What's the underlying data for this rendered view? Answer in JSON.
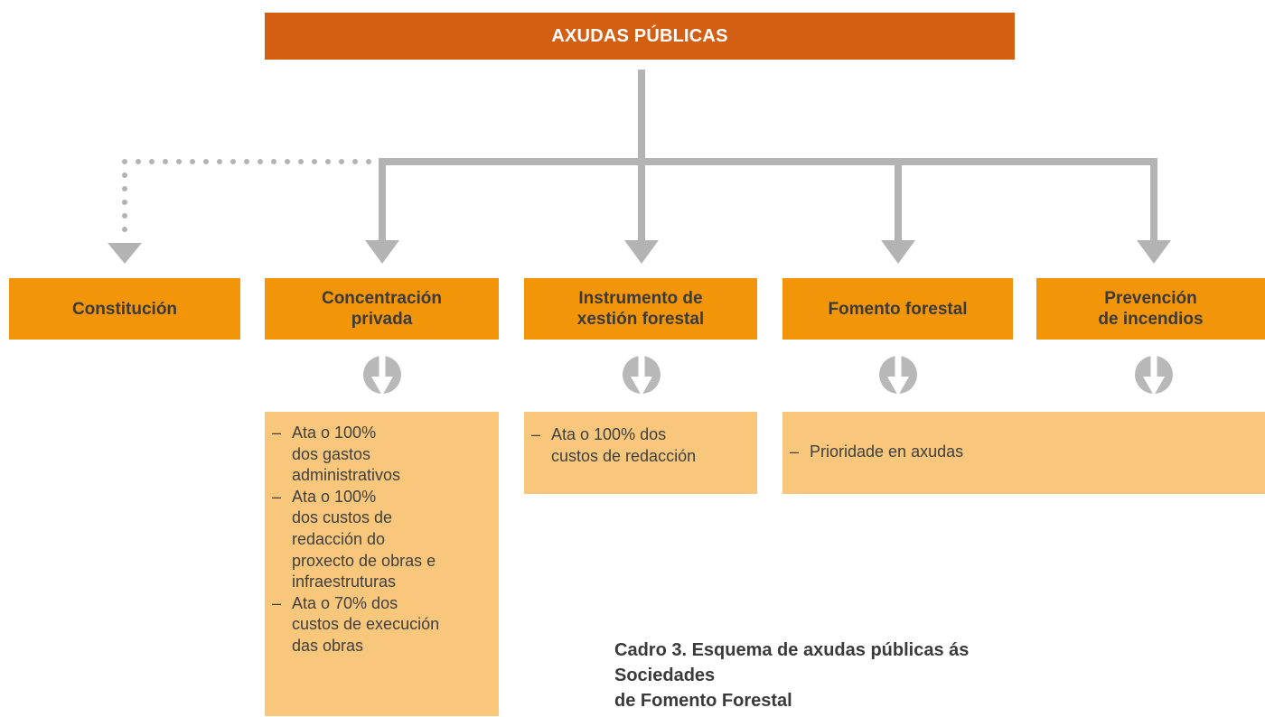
{
  "title": "AXUDAS PÚBLICAS",
  "categories": [
    {
      "id": "constitucion",
      "lines": [
        "Constitución"
      ]
    },
    {
      "id": "concentracion",
      "lines": [
        "Concentración",
        "privada"
      ]
    },
    {
      "id": "instrumento",
      "lines": [
        "Instrumento de",
        "xestión forestal"
      ]
    },
    {
      "id": "fomento",
      "lines": [
        "Fomento forestal"
      ]
    },
    {
      "id": "prevencion",
      "lines": [
        "Prevención",
        "de incendios"
      ]
    }
  ],
  "benefits": {
    "concentracion": [
      [
        "Ata o 100%",
        "dos gastos",
        "administrativos"
      ],
      [
        "Ata o 100%",
        "dos custos de",
        "redacción do",
        "proxecto de obras e",
        "infraestruturas"
      ],
      [
        "Ata o 70% dos",
        "custos de execución",
        "das obras"
      ]
    ],
    "instrumento": [
      [
        "Ata o 100% dos",
        "custos de redacción"
      ]
    ],
    "fomento_prevencion": [
      [
        "Prioridade en axudas"
      ]
    ]
  },
  "caption": [
    "Cadro 3. Esquema de axudas públicas ás Sociedades",
    "de Fomento Forestal"
  ],
  "colors": {
    "title_bg": "#D35F13",
    "category_bg": "#F39508",
    "benefit_bg": "#F8C77C",
    "connector": "#B3B3B3",
    "down_icon": "#B8B8B8"
  }
}
